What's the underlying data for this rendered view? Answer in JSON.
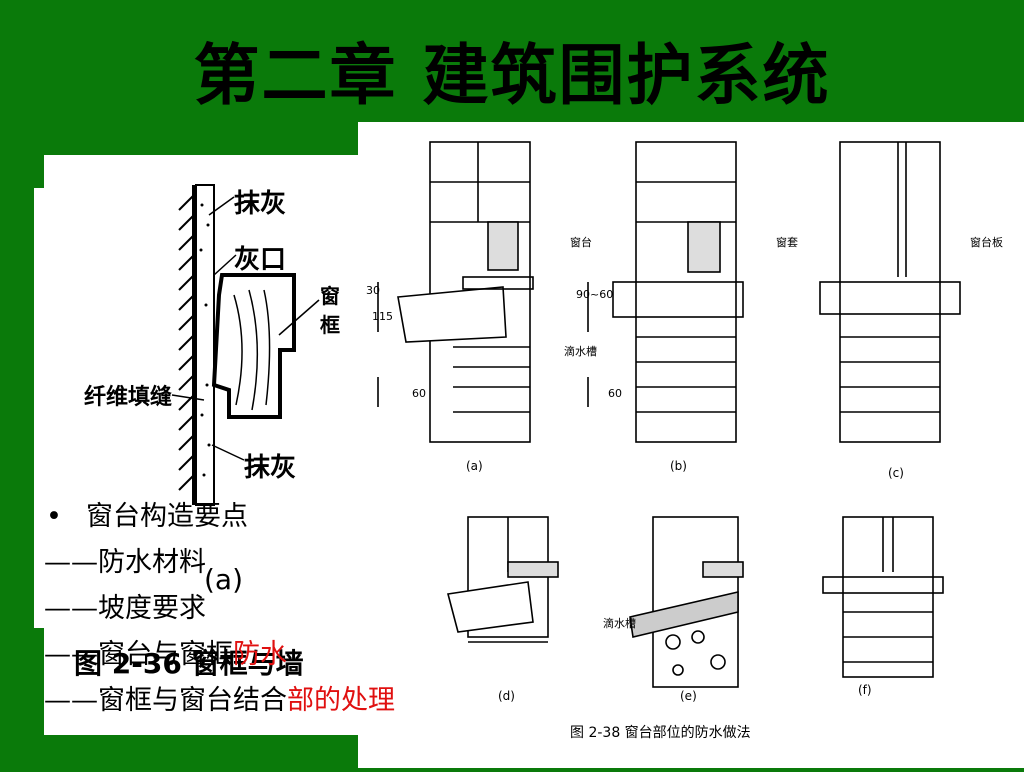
{
  "slide": {
    "title": "第二章  建筑围护系统"
  },
  "detail_figure": {
    "label_plaster_top": "抹灰",
    "label_mortar_joint": "灰口",
    "label_window_frame": "窗框",
    "label_fiber_fill": "纤维填缝",
    "label_plaster_bottom": "抹灰",
    "sub_label": "(a)",
    "caption": "图 2-36  窗框与墙"
  },
  "waterproof_figure": {
    "label_sill": "窗台",
    "label_drip": "滴水槽",
    "label_drip_e": "滴水槽",
    "label_casing": "窗套",
    "label_sill_board": "窗台板",
    "dim_30": "30",
    "dim_115": "115",
    "dim_90_60": "90~60",
    "dim_60_a": "60",
    "dim_60_b": "60",
    "panel_a": "(a)",
    "panel_b": "(b)",
    "panel_c": "(c)",
    "panel_d": "(d)",
    "panel_e": "(e)",
    "panel_f": "(f)",
    "caption": "图 2-38   窗台部位的防水做法"
  },
  "bullets": {
    "heading": "窗台构造要点",
    "item1": "——防水材料",
    "item2": "——坡度要求",
    "item3_prefix": "——窗台与窗框",
    "item3_red": "防水",
    "item4_prefix": "——窗框与窗台结合",
    "item4_red": "部的处理"
  },
  "colors": {
    "background": "#0a7a0a",
    "accent_red": "#e01010"
  }
}
